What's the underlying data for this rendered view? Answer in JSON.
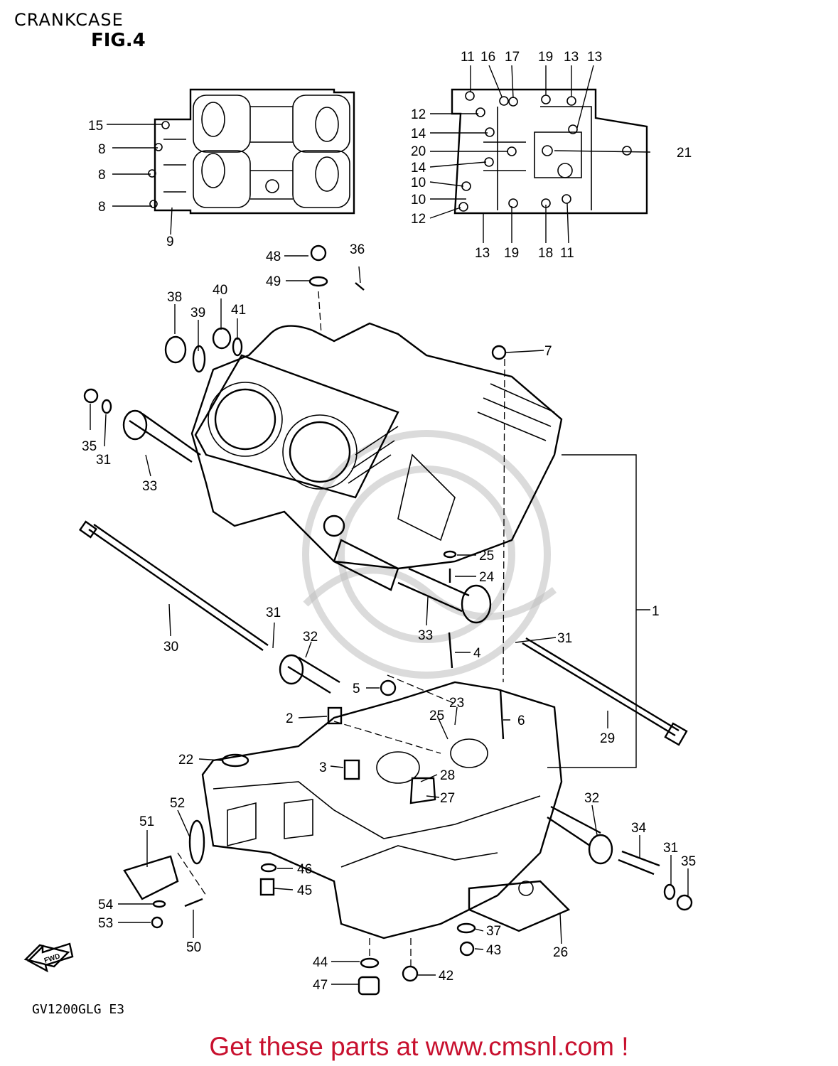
{
  "title": "CRANKCASE",
  "figure": "FIG.4",
  "model_code": "GV1200GLG E3",
  "footer_text": "Get these parts at www.cmsnl.com !",
  "colors": {
    "footer": "#c8102e",
    "line": "#000000",
    "watermark": "#bdbdbd"
  },
  "fwd_icon": {
    "label": "FWD",
    "icon": "fwd-arrow-icon"
  },
  "callouts": [
    "1",
    "2",
    "3",
    "4",
    "5",
    "6",
    "7",
    "8",
    "8",
    "8",
    "9",
    "10",
    "10",
    "11",
    "11",
    "12",
    "12",
    "13",
    "13",
    "13",
    "14",
    "14",
    "15",
    "16",
    "17",
    "18",
    "19",
    "19",
    "20",
    "21",
    "22",
    "23",
    "24",
    "25",
    "25",
    "26",
    "27",
    "28",
    "29",
    "30",
    "31",
    "31",
    "31",
    "31",
    "32",
    "32",
    "33",
    "33",
    "34",
    "35",
    "35",
    "36",
    "37",
    "38",
    "39",
    "40",
    "41",
    "42",
    "43",
    "44",
    "45",
    "46",
    "47",
    "48",
    "49",
    "50",
    "51",
    "52",
    "53",
    "54"
  ]
}
